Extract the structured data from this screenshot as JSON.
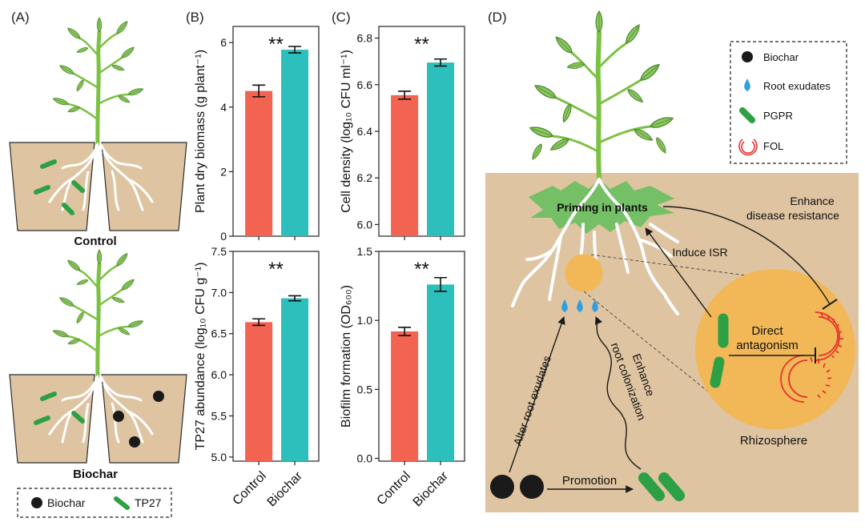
{
  "panels": {
    "a": {
      "letter": "(A)",
      "control_label": "Control",
      "biochar_label": "Biochar",
      "legend": {
        "biochar": "Biochar",
        "tp27": "TP27"
      }
    },
    "b": {
      "letter": "(B)"
    },
    "c": {
      "letter": "(C)"
    },
    "d": {
      "letter": "(D)",
      "legend": {
        "biochar": "Biochar",
        "root_exudates": "Root exudates",
        "pgpr": "PGPR",
        "fol": "FOL"
      },
      "priming": "Priming in plants",
      "enhance_line1": "Enhance",
      "enhance_line2": "disease resistance",
      "induce_isr": "Induce ISR",
      "direct_line1": "Direct",
      "direct_line2": "antagonism",
      "rhizosphere": "Rhizosphere",
      "alter": "Alter root exudates",
      "root_col_line1": "Enhance",
      "root_col_line2": "root colonization",
      "promotion": "Promotion"
    }
  },
  "colors": {
    "control": "#f26451",
    "biochar": "#2dbfbc",
    "soil": "#dec4a1",
    "pgpr": "#2ca045",
    "fol": "#e8322e",
    "leaf": "#8cc861",
    "rhizosphere": "#f2b857"
  },
  "chart_data": [
    {
      "type": "bar",
      "id": "plant-dry-biomass",
      "categories": [
        "Control",
        "Biochar"
      ],
      "values": [
        4.5,
        5.78
      ],
      "errors": [
        0.18,
        0.1
      ],
      "ylabel": "Plant dry biomass (g plant⁻¹)",
      "ylim": [
        0,
        6.5
      ],
      "yticks": [
        0,
        2,
        4,
        6
      ],
      "ytick_labels": [
        "0",
        "2",
        "4",
        "6"
      ],
      "significance": "**"
    },
    {
      "type": "bar",
      "id": "cell-density",
      "categories": [
        "Control",
        "Biochar"
      ],
      "values": [
        6.555,
        6.695
      ],
      "errors": [
        0.017,
        0.015
      ],
      "ylabel": "Cell density (log₁₀ CFU ml⁻¹)",
      "ylim": [
        5.95,
        6.85
      ],
      "yticks": [
        6.0,
        6.2,
        6.4,
        6.6,
        6.8
      ],
      "ytick_labels": [
        "6.0",
        "6.2",
        "6.4",
        "6.6",
        "6.8"
      ],
      "significance": "**"
    },
    {
      "type": "bar",
      "id": "tp27-abundance",
      "categories": [
        "Control",
        "Biochar"
      ],
      "values": [
        6.64,
        6.93
      ],
      "errors": [
        0.04,
        0.03
      ],
      "ylabel": "TP27 abundance (log₁₀ CFU g⁻¹)",
      "ylim": [
        4.95,
        7.5
      ],
      "yticks": [
        5.0,
        5.5,
        6.0,
        6.5,
        7.0,
        7.5
      ],
      "ytick_labels": [
        "5.0",
        "5.5",
        "6.0",
        "6.5",
        "7.0",
        "7.5"
      ],
      "significance": "**"
    },
    {
      "type": "bar",
      "id": "biofilm-formation",
      "categories": [
        "Control",
        "Biochar"
      ],
      "values": [
        0.92,
        1.26
      ],
      "errors": [
        0.03,
        0.05
      ],
      "ylabel": "Biofilm formation (OD₆₀₀)",
      "ylim": [
        -0.02,
        1.5
      ],
      "yticks": [
        0.0,
        0.5,
        1.0,
        1.5
      ],
      "ytick_labels": [
        "0.0",
        "0.5",
        "1.0",
        "1.5"
      ],
      "significance": "**"
    }
  ]
}
